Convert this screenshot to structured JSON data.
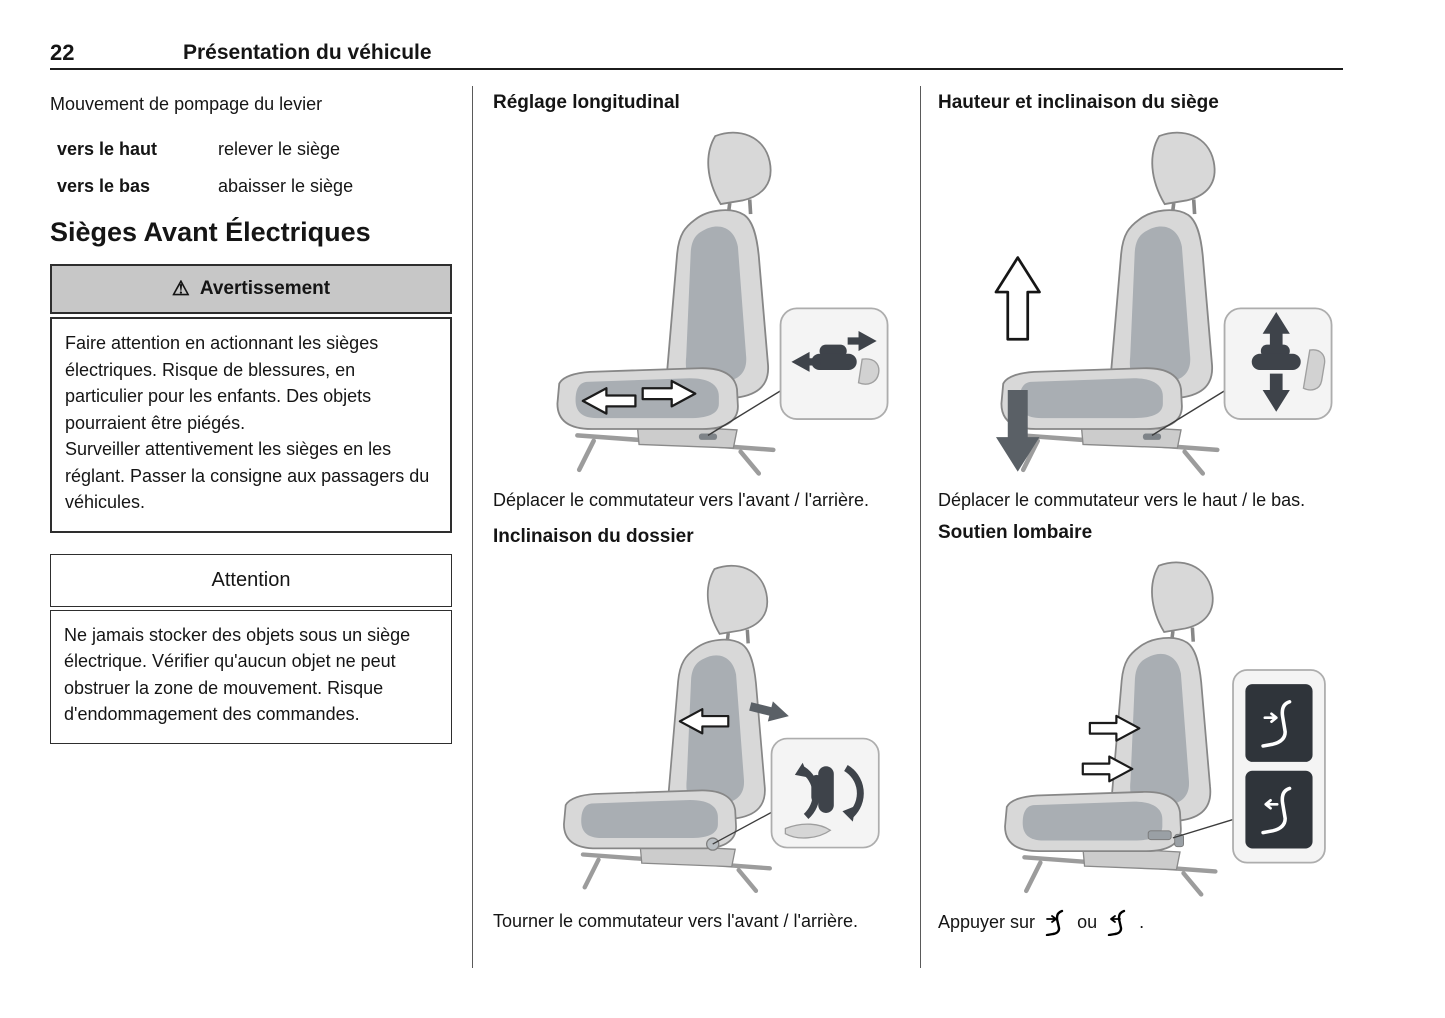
{
  "header": {
    "page_number": "22",
    "title": "Présentation du véhicule"
  },
  "colors": {
    "box_header_bg": "#c7c7c7",
    "seat_light": "#d8d8d8",
    "seat_dark_panel": "#a9aeb3",
    "switch_dark": "#3e434a"
  },
  "left_column": {
    "intro": "Mouvement de pompage du levier",
    "lever_table": {
      "rows": [
        {
          "action": "vers le haut",
          "result": "relever le siège"
        },
        {
          "action": "vers le bas",
          "result": "abaisser le siège"
        }
      ]
    },
    "section_heading": "Sièges Avant Électriques",
    "warning_box": {
      "warning_icon": "⚠",
      "title": "Avertissement",
      "paragraph1": "Faire attention en actionnant les sièges électriques. Risque de blessures, en particulier pour les enfants. Des objets pourraient être piégés.",
      "paragraph2": "Surveiller attentivement les sièges en les réglant. Passer la consigne aux passagers du véhicules."
    },
    "caution_box": {
      "title": "Attention",
      "body": "Ne jamais stocker des objets sous un siège électrique. Vérifier qu'aucun objet ne peut obstruer la zone de mouvement. Risque d'endommagement des commandes."
    }
  },
  "middle_column": {
    "longitudinal": {
      "heading": "Réglage longitudinal",
      "caption": "Déplacer le commutateur vers l'avant / l'arrière."
    },
    "backrest": {
      "heading": "Inclinaison du dossier",
      "caption": "Tourner le commutateur vers l'avant / l'arrière."
    }
  },
  "right_column": {
    "height": {
      "heading": "Hauteur et inclinaison du siège",
      "caption": "Déplacer le commutateur vers le haut / le bas."
    },
    "lumbar": {
      "heading": "Soutien lombaire",
      "caption_before": "Appuyer sur",
      "caption_between": "ou",
      "caption_after": ".",
      "icons": [
        "seat-lumbar-increase-icon",
        "seat-lumbar-decrease-icon"
      ]
    }
  }
}
